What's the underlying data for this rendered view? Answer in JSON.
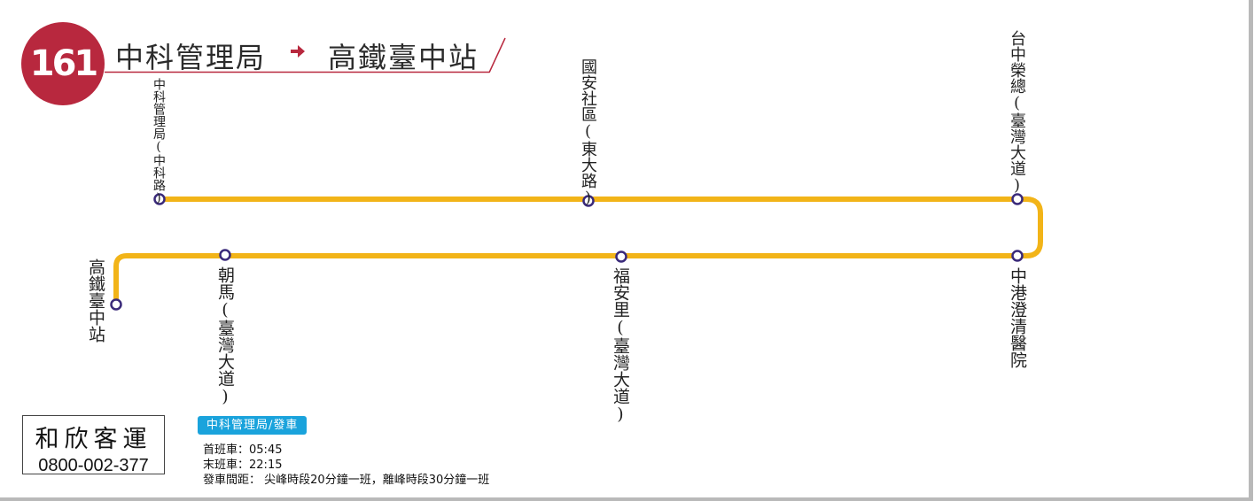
{
  "route": {
    "number": "161",
    "origin": "中科管理局",
    "destination": "高鐵臺中站"
  },
  "stops": [
    {
      "name": "中科管理局",
      "note": "(中科路)"
    },
    {
      "name": "國安社區",
      "note": "(東大路)"
    },
    {
      "name": "台中榮總",
      "note": "(臺灣大道)"
    },
    {
      "name": "中港澄清醫院",
      "note": ""
    },
    {
      "name": "福安里",
      "note": "(臺灣大道)"
    },
    {
      "name": "朝馬",
      "note": "(臺灣大道)"
    },
    {
      "name": "高鐵臺中站",
      "note": ""
    }
  ],
  "company": {
    "name": "和欣客運",
    "phone": "0800-002-377"
  },
  "schedule": {
    "tag": "中科管理局/發車",
    "first_label": "首班車：",
    "first_time": "05:45",
    "last_label": "末班車：",
    "last_time": "22:15",
    "interval_label": "發車間距：",
    "interval_text": "尖峰時段20分鐘一班，離峰時段30分鐘一班"
  },
  "colors": {
    "route_line": "#f2b418",
    "stop_ring": "#3a2a7a",
    "badge": "#b8283e",
    "tag": "#1aa3dc",
    "arrow": "#b8283e"
  },
  "icons": {
    "direction": "right-arrow-icon"
  }
}
